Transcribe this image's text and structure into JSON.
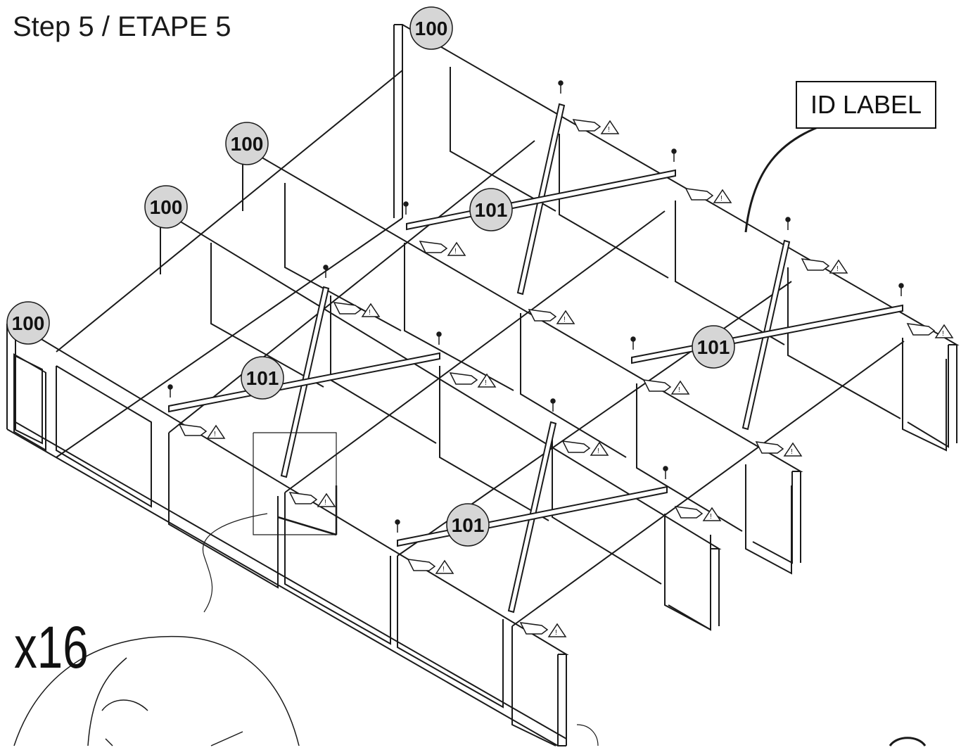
{
  "title": "Step 5 / ETAPE 5",
  "id_label": "ID LABEL",
  "quantity": "x16",
  "part_callouts": [
    "100",
    "100",
    "100",
    "100",
    "101",
    "101",
    "101",
    "101"
  ],
  "warning_icon": "hand-pointing-warning-icon",
  "callout_fill": "#d6d6d6"
}
